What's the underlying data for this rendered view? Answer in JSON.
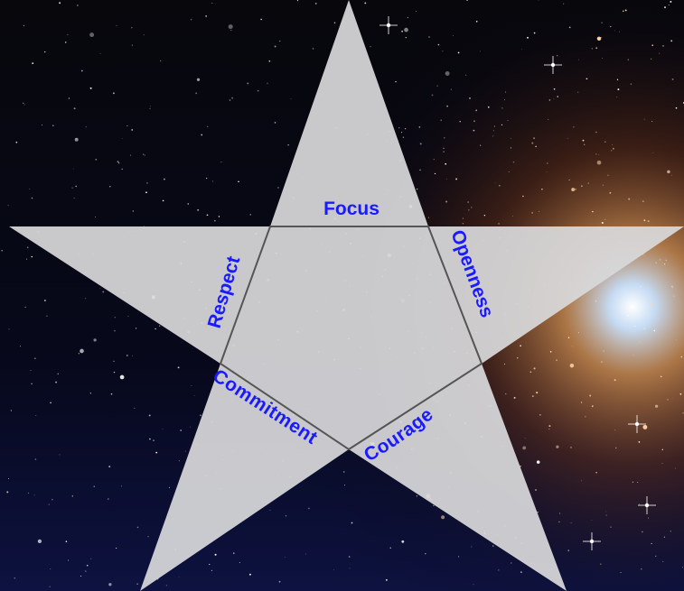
{
  "diagram": {
    "values": [
      {
        "id": "focus",
        "label": "Focus"
      },
      {
        "id": "openness",
        "label": "Openness"
      },
      {
        "id": "courage",
        "label": "Courage"
      },
      {
        "id": "commitment",
        "label": "Commitment"
      },
      {
        "id": "respect",
        "label": "Respect"
      }
    ]
  },
  "colors": {
    "star_fill": "#d8d8da",
    "star_outline": "#555555",
    "label_text": "#1a1aff",
    "space_dark": "#05050f",
    "nebula_glow": "#c8702a"
  }
}
